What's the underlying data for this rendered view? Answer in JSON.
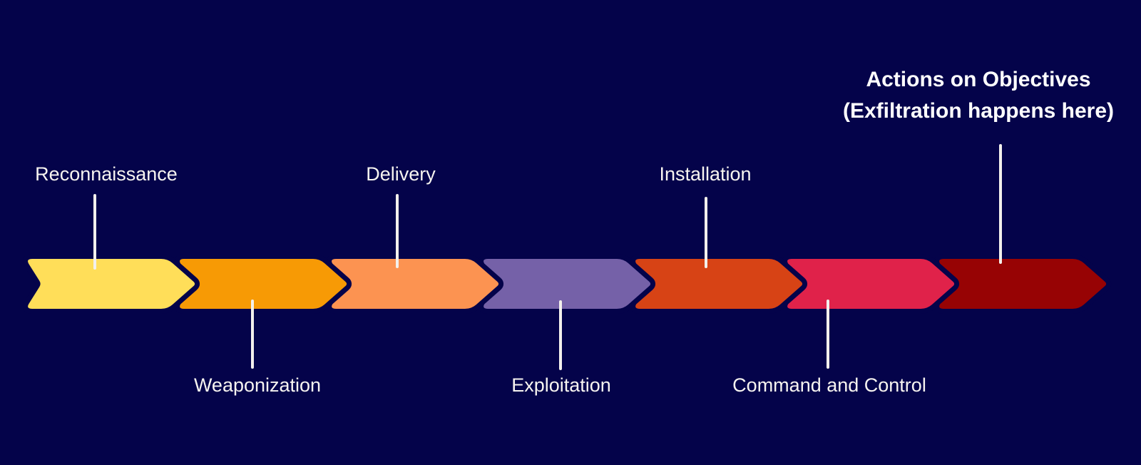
{
  "diagram": {
    "type": "process-flow",
    "stages": [
      {
        "label": "Reconnaissance",
        "color": "#FFDE59",
        "label_position": "top"
      },
      {
        "label": "Weaponization",
        "color": "#F79A05",
        "label_position": "bottom"
      },
      {
        "label": "Delivery",
        "color": "#FC9351",
        "label_position": "top"
      },
      {
        "label": "Exploitation",
        "color": "#7561A8",
        "label_position": "bottom"
      },
      {
        "label": "Installation",
        "color": "#D74315",
        "label_position": "top"
      },
      {
        "label": "Command and Control",
        "color": "#E0224A",
        "label_position": "bottom"
      },
      {
        "label": "Actions on Objectives",
        "sublabel": "(Exfiltration happens here)",
        "color": "#970304",
        "label_position": "top",
        "emphasis": "bold"
      }
    ],
    "colors": {
      "background": "#04034A",
      "leader_line": "#F3F0EC",
      "label_text": "#F7F4F0"
    }
  }
}
